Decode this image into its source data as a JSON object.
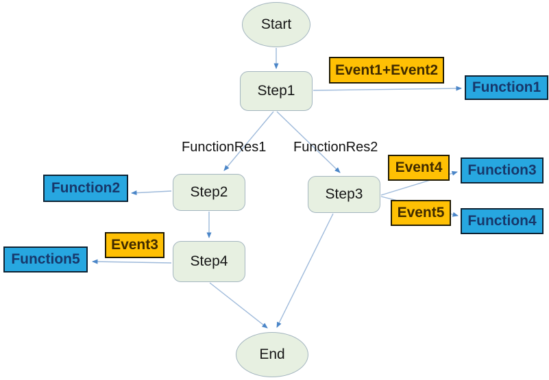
{
  "diagram": {
    "nodes": {
      "start": {
        "label": "Start",
        "type": "state-ellipse"
      },
      "step1": {
        "label": "Step1",
        "type": "state"
      },
      "step2": {
        "label": "Step2",
        "type": "state"
      },
      "step3": {
        "label": "Step3",
        "type": "state"
      },
      "step4": {
        "label": "Step4",
        "type": "state"
      },
      "end": {
        "label": "End",
        "type": "state-ellipse"
      },
      "event12": {
        "label": "Event1+Event2",
        "type": "event"
      },
      "event3": {
        "label": "Event3",
        "type": "event"
      },
      "event4": {
        "label": "Event4",
        "type": "event"
      },
      "event5": {
        "label": "Event5",
        "type": "event"
      },
      "function1": {
        "label": "Function1",
        "type": "function"
      },
      "function2": {
        "label": "Function2",
        "type": "function"
      },
      "function3": {
        "label": "Function3",
        "type": "function"
      },
      "function4": {
        "label": "Function4",
        "type": "function"
      },
      "function5": {
        "label": "Function5",
        "type": "function"
      }
    },
    "edge_labels": {
      "functionres1": "FunctionRes1",
      "functionres2": "FunctionRes2"
    },
    "edges": [
      "Start -> Step1",
      "Step1 -> Function1 (Event1+Event2)",
      "Step1 -> Step2 (FunctionRes1)",
      "Step1 -> Step3 (FunctionRes2)",
      "Step2 -> Function2",
      "Step2 -> Step4",
      "Step3 -> Function3 (Event4)",
      "Step3 -> Function4 (Event5)",
      "Step3 -> End",
      "Step4 -> Function5 (Event3)",
      "Step4 -> End"
    ],
    "colors": {
      "state_fill": "#e7f0e1",
      "state_border": "#a3b5bf",
      "event_fill": "#ffc004",
      "event_border": "#201a02",
      "event_text": "#3f2a00",
      "function_fill": "#27a7e0",
      "function_border": "#0d2233",
      "function_text": "#17386b",
      "arrow_line": "#9db9da",
      "arrow_head": "#4b86c8"
    }
  }
}
